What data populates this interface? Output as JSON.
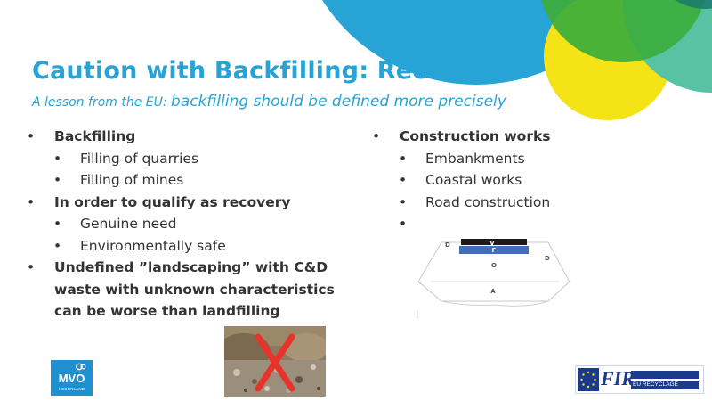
{
  "slide": {
    "title": "Caution with Backfilling: Recovery?",
    "subtitle_small": "A lesson from the EU: ",
    "subtitle_large": "backfilling should be defined more precisely"
  },
  "left_list": [
    {
      "text": "Backfilling",
      "children": [
        "Filling of quarries",
        "Filling of mines"
      ]
    },
    {
      "text": "In order to qualify as recovery",
      "children": [
        "Genuine need",
        "Environmentally safe"
      ]
    },
    {
      "text": "Undefined ”landscaping” with C&D waste with unknown characteristics can be worse than landfilling",
      "children": []
    }
  ],
  "right_list": [
    {
      "text": "Construction works",
      "children": [
        "Embankments",
        "Coastal works",
        "Road construction",
        ""
      ]
    }
  ],
  "diagram": {
    "labels": {
      "v": "V",
      "f": "F",
      "o": "O",
      "a": "A",
      "d": "D"
    }
  },
  "logos": {
    "mvo": {
      "name": "MVO",
      "sub": "NEDERLAND"
    },
    "fir": {
      "name": "FIR",
      "sub": "EU RECYCLAGE"
    }
  },
  "colors": {
    "accent": "#27a3d6",
    "bullet_text": "#333333",
    "cross": "#e8332a",
    "band_blue": "#3f6fb7",
    "band_dark": "#1b1b1b"
  },
  "icons": {
    "cross": "x-mark-icon",
    "bullet": "bullet-dot"
  }
}
